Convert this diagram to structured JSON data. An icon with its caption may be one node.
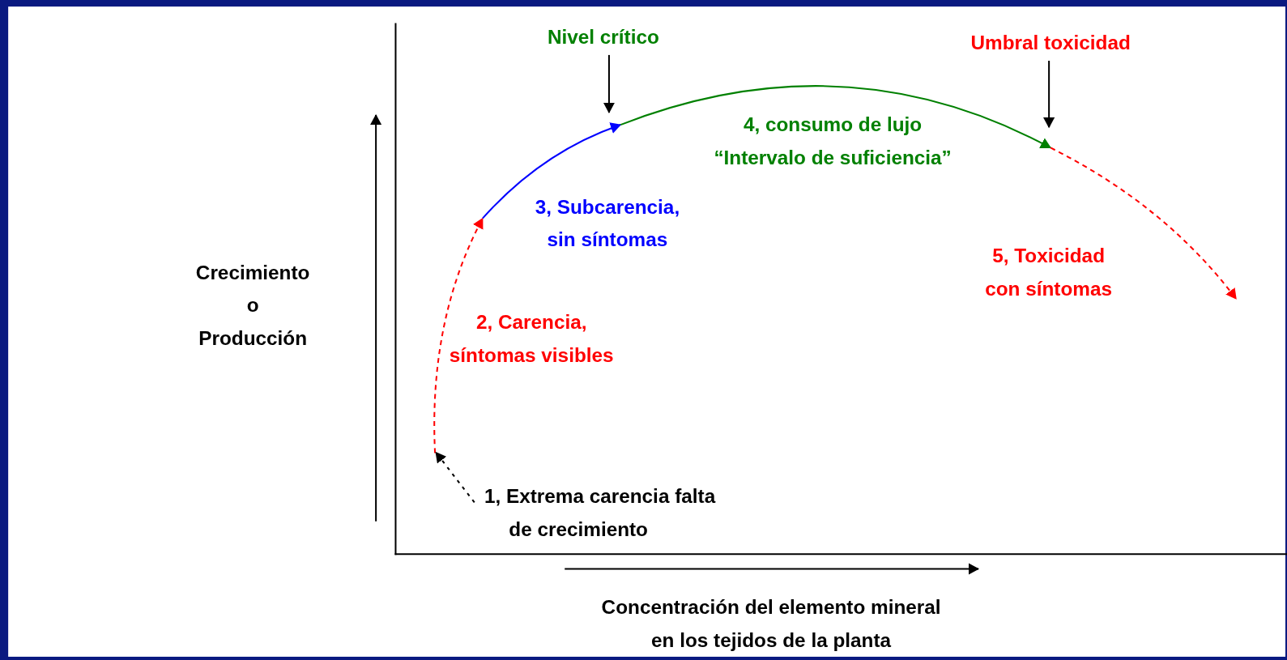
{
  "diagram": {
    "nodes": [
      {
        "text": [
          "Nivel crítico"
        ]
      },
      {
        "text": [
          "Umbral toxicidad"
        ]
      },
      {
        "text": [
          "1, Extrema carencia falta de crecimiento"
        ]
      }
    ],
    "edges": [
      {
        "from": 0,
        "to": null,
        "arrow": "to"
      },
      {
        "from": 1,
        "to": null,
        "arrow": "to"
      },
      {
        "from": 2,
        "to": null,
        "arrow": "to",
        "style": "dashed"
      }
    ],
    "labels": [
      "4, consumo de lujo “Intervalo de suficiencia”",
      "3, Subcarencia, sin síntomas",
      "Crecimiento o Producción",
      "5, Toxicidad con síntomas",
      "2, Carencia, síntomas visibles",
      "Concentración del elemento mineral en los tejidos de la planta"
    ]
  }
}
